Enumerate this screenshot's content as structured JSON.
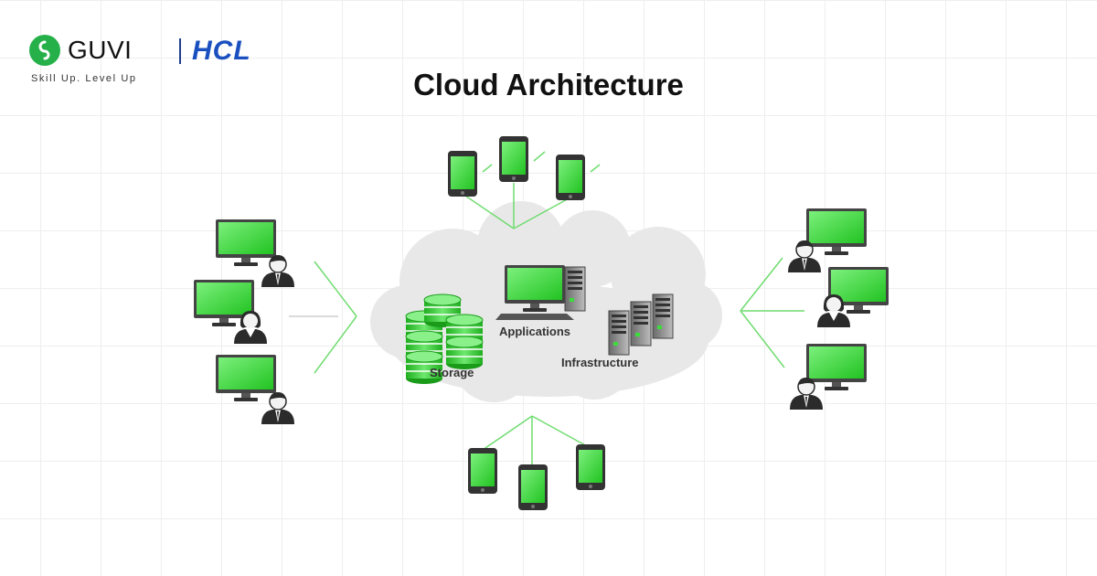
{
  "brand": {
    "name": "GUVI",
    "partner": "HCL",
    "tagline": "Skill Up. Level Up"
  },
  "title": "Cloud Architecture",
  "cloud": {
    "storage_label": "Storage",
    "applications_label": "Applications",
    "infrastructure_label": "Infrastructure"
  },
  "colors": {
    "screen_green": "#3ddc3d",
    "line_green": "#6fdc6f",
    "brand_green": "#25b04a",
    "hcl_blue": "#1a4fbf",
    "cloud_gray": "#e6e6e6",
    "device_dark": "#3a3a3a"
  },
  "icons": [
    "mobile-phone-icon",
    "monitor-icon",
    "user-icon",
    "database-icon",
    "server-icon"
  ]
}
